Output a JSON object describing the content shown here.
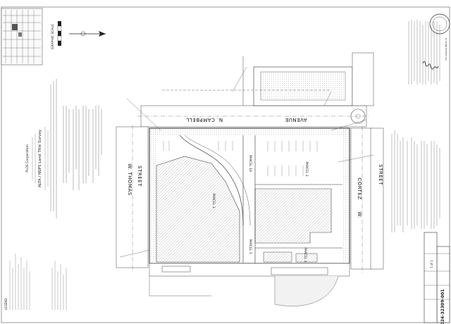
{
  "survey": {
    "title": "ALTA / NSPS Land Title Survey",
    "company": "PLOS Corporation",
    "legend_title": "LEGEND",
    "scale_label": "GRAPHIC SCALE",
    "signature_note": "TO FORD HOTELS LLC"
  },
  "streets": {
    "north_1": "N. CAMPBELL",
    "north_2": "AVENUE",
    "west_1": "W. THOMAS",
    "west_2": "STREET",
    "east_1": "CORTEZ",
    "east_2": "STREET",
    "east_prefix": "W."
  },
  "parcels": {
    "p1": "PARCEL 1",
    "p1a": "PARCEL 1A",
    "p2": "PARCEL 2",
    "p3": "PARCEL 3",
    "p4": "PARCEL 4"
  },
  "title_block": {
    "job_no": "2024-32309-001",
    "sheet_no": "1 of 1"
  },
  "colors": {
    "line": "#333333",
    "hatch": "#9a9a9a",
    "paper": "#ffffff"
  }
}
